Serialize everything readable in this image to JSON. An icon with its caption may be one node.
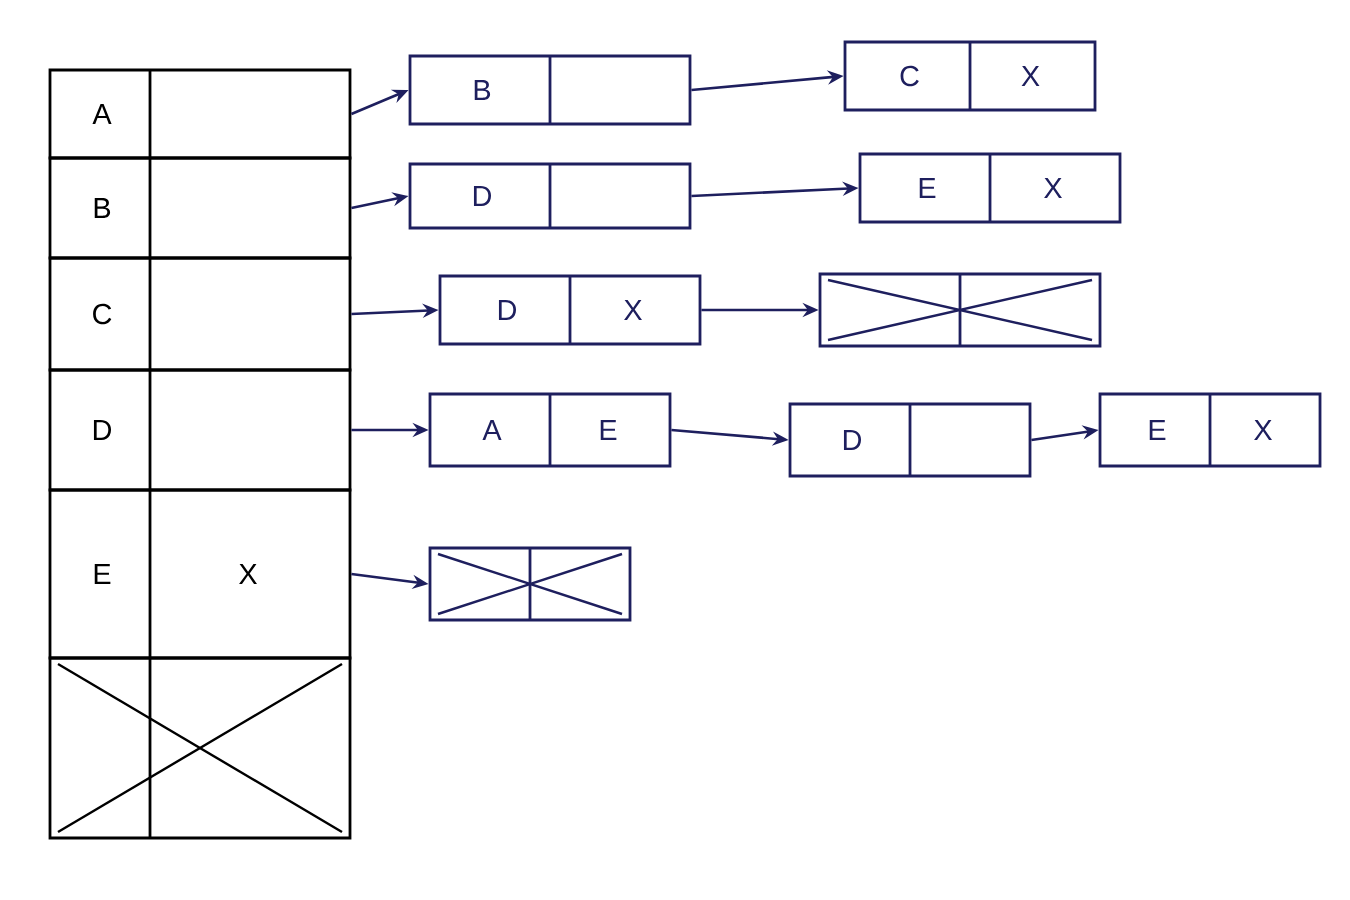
{
  "diagram": {
    "nodes": [
      {
        "text": [
          "A"
        ]
      },
      {
        "text": [
          "B"
        ]
      },
      {
        "text": [
          "C"
        ]
      },
      {
        "text": [
          "D"
        ]
      },
      {
        "text": [
          "E",
          "X"
        ]
      },
      {
        "text": [],
        "shape": "box"
      },
      {
        "text": [
          "B"
        ]
      },
      {
        "text": [
          "C",
          "X"
        ]
      },
      {
        "text": [
          "D"
        ]
      },
      {
        "text": [
          "E",
          "X"
        ]
      },
      {
        "text": [
          "D",
          "X"
        ]
      },
      {
        "text": [],
        "shape": "box"
      },
      {
        "text": [
          "A",
          "E"
        ]
      },
      {
        "text": [
          "D"
        ]
      },
      {
        "text": [
          "E",
          "X"
        ]
      },
      {
        "text": [],
        "shape": "box"
      }
    ],
    "edges": [
      {
        "from": 0,
        "to": 6,
        "arrow": "to"
      },
      {
        "from": 6,
        "to": 7,
        "arrow": "to"
      },
      {
        "from": 1,
        "to": 8,
        "arrow": "to"
      },
      {
        "from": 8,
        "to": 9,
        "arrow": "to"
      },
      {
        "from": 2,
        "to": 10,
        "arrow": "to"
      },
      {
        "from": 10,
        "to": 11,
        "arrow": "to"
      },
      {
        "from": 3,
        "to": 12,
        "arrow": "to"
      },
      {
        "from": 12,
        "to": 13,
        "arrow": "to"
      },
      {
        "from": 13,
        "to": 14,
        "arrow": "to"
      },
      {
        "from": 4,
        "to": 15,
        "arrow": "to"
      }
    ]
  }
}
